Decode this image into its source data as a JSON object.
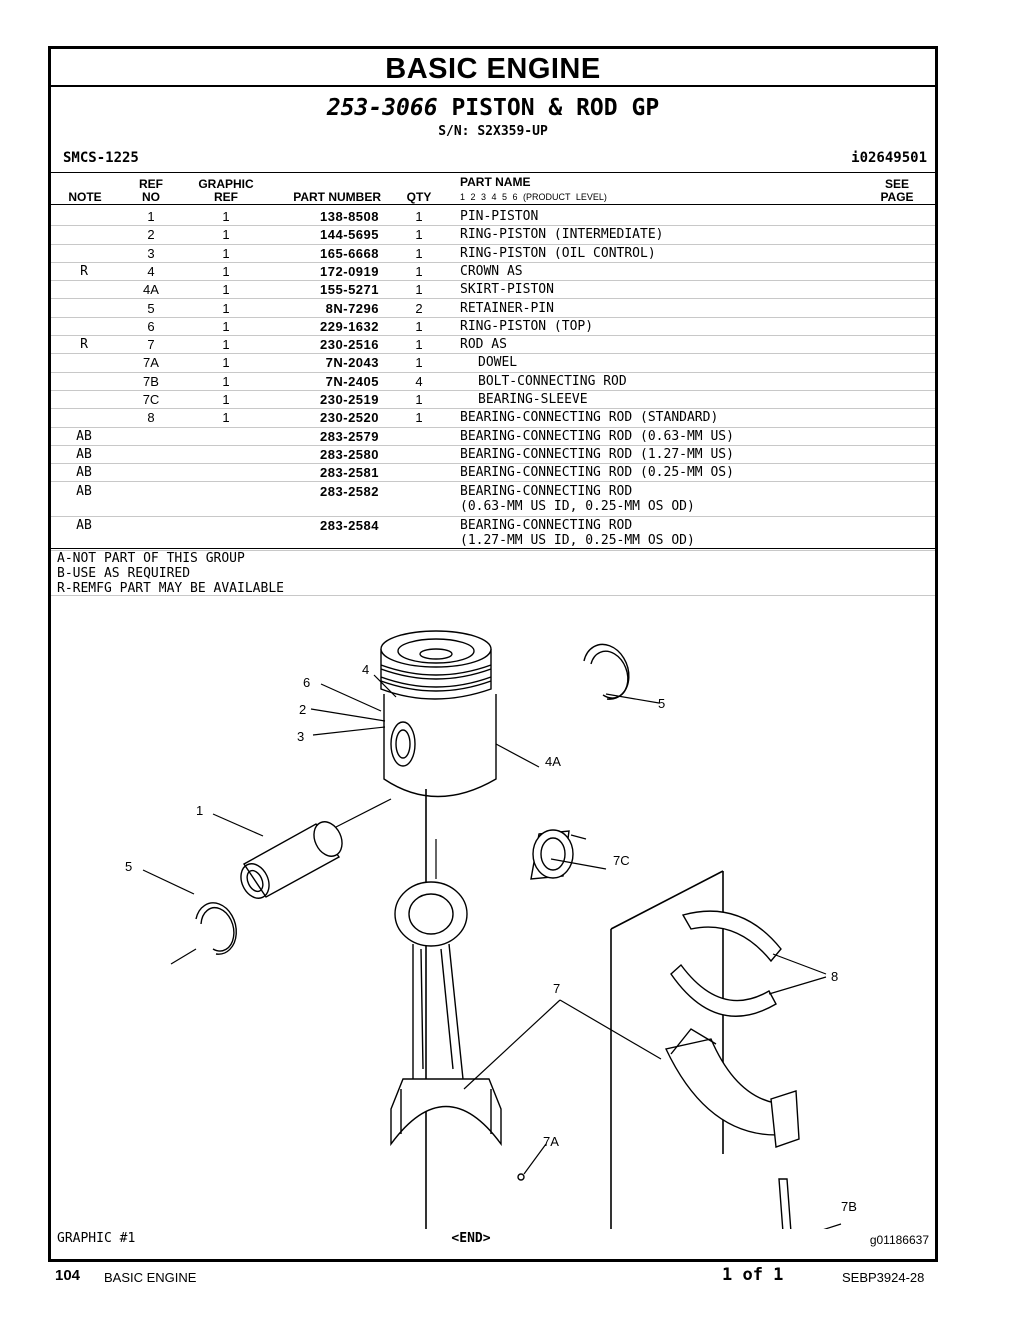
{
  "section_title": "BASIC ENGINE",
  "group": {
    "number": "253-3066",
    "name": "PISTON & ROD GP",
    "serial": "S/N: S2X359-UP"
  },
  "smcs": "SMCS-1225",
  "info_id": "i02649501",
  "headers": {
    "note": "NOTE",
    "ref_no": "REF NO",
    "graphic_ref": "GRAPHIC REF",
    "part_number": "PART NUMBER",
    "qty": "QTY",
    "part_name": "PART NAME",
    "levels": "1  2  3  4  5  6  (PRODUCT LEVEL)",
    "see_page": "SEE PAGE"
  },
  "parts": [
    {
      "note": "",
      "ref": "1",
      "gref": "1",
      "pn": "138-8508",
      "qty": "1",
      "name": "PIN-PISTON",
      "indent": false
    },
    {
      "note": "",
      "ref": "2",
      "gref": "1",
      "pn": "144-5695",
      "qty": "1",
      "name": "RING-PISTON (INTERMEDIATE)",
      "indent": false
    },
    {
      "note": "",
      "ref": "3",
      "gref": "1",
      "pn": "165-6668",
      "qty": "1",
      "name": "RING-PISTON (OIL CONTROL)",
      "indent": false
    },
    {
      "note": "R",
      "ref": "4",
      "gref": "1",
      "pn": "172-0919",
      "qty": "1",
      "name": "CROWN AS",
      "indent": false
    },
    {
      "note": "",
      "ref": "4A",
      "gref": "1",
      "pn": "155-5271",
      "qty": "1",
      "name": "SKIRT-PISTON",
      "indent": false
    },
    {
      "note": "",
      "ref": "5",
      "gref": "1",
      "pn": "8N-7296",
      "qty": "2",
      "name": "RETAINER-PIN",
      "indent": false
    },
    {
      "note": "",
      "ref": "6",
      "gref": "1",
      "pn": "229-1632",
      "qty": "1",
      "name": "RING-PISTON (TOP)",
      "indent": false
    },
    {
      "note": "R",
      "ref": "7",
      "gref": "1",
      "pn": "230-2516",
      "qty": "1",
      "name": "ROD AS",
      "indent": false
    },
    {
      "note": "",
      "ref": "7A",
      "gref": "1",
      "pn": "7N-2043",
      "qty": "1",
      "name": "DOWEL",
      "indent": true
    },
    {
      "note": "",
      "ref": "7B",
      "gref": "1",
      "pn": "7N-2405",
      "qty": "4",
      "name": "BOLT-CONNECTING ROD",
      "indent": true
    },
    {
      "note": "",
      "ref": "7C",
      "gref": "1",
      "pn": "230-2519",
      "qty": "1",
      "name": "BEARING-SLEEVE",
      "indent": true
    },
    {
      "note": "",
      "ref": "8",
      "gref": "1",
      "pn": "230-2520",
      "qty": "1",
      "name": "BEARING-CONNECTING ROD (STANDARD)",
      "indent": false
    },
    {
      "note": "AB",
      "ref": "",
      "gref": "",
      "pn": "283-2579",
      "qty": "",
      "name": "BEARING-CONNECTING ROD (0.63-MM US)",
      "indent": false
    },
    {
      "note": "AB",
      "ref": "",
      "gref": "",
      "pn": "283-2580",
      "qty": "",
      "name": "BEARING-CONNECTING ROD (1.27-MM US)",
      "indent": false
    },
    {
      "note": "AB",
      "ref": "",
      "gref": "",
      "pn": "283-2581",
      "qty": "",
      "name": "BEARING-CONNECTING ROD (0.25-MM OS)",
      "indent": false
    },
    {
      "note": "AB",
      "ref": "",
      "gref": "",
      "pn": "283-2582",
      "qty": "",
      "name": "BEARING-CONNECTING ROD\n(0.63-MM US ID, 0.25-MM OS OD)",
      "indent": false
    },
    {
      "note": "AB",
      "ref": "",
      "gref": "",
      "pn": "283-2584",
      "qty": "",
      "name": "BEARING-CONNECTING ROD\n(1.27-MM US ID, 0.25-MM OS OD)",
      "indent": false
    }
  ],
  "notes": [
    "A-NOT PART OF THIS GROUP",
    "B-USE AS REQUIRED",
    "R-REMFG PART MAY BE AVAILABLE"
  ],
  "callouts": {
    "c6": "6",
    "c4": "4",
    "c2": "2",
    "c3": "3",
    "c5a": "5",
    "c4a": "4A",
    "c1": "1",
    "c5b": "5",
    "c7c": "7C",
    "c8": "8",
    "c7": "7",
    "c7a": "7A",
    "c7b": "7B"
  },
  "graphic_label": "GRAPHIC #1",
  "end_label": "<END>",
  "graphic_id": "g01186637",
  "footer": {
    "page_number": "104",
    "section": "BASIC ENGINE",
    "page_of": "1 of 1",
    "doc_id": "SEBP3924-28"
  }
}
